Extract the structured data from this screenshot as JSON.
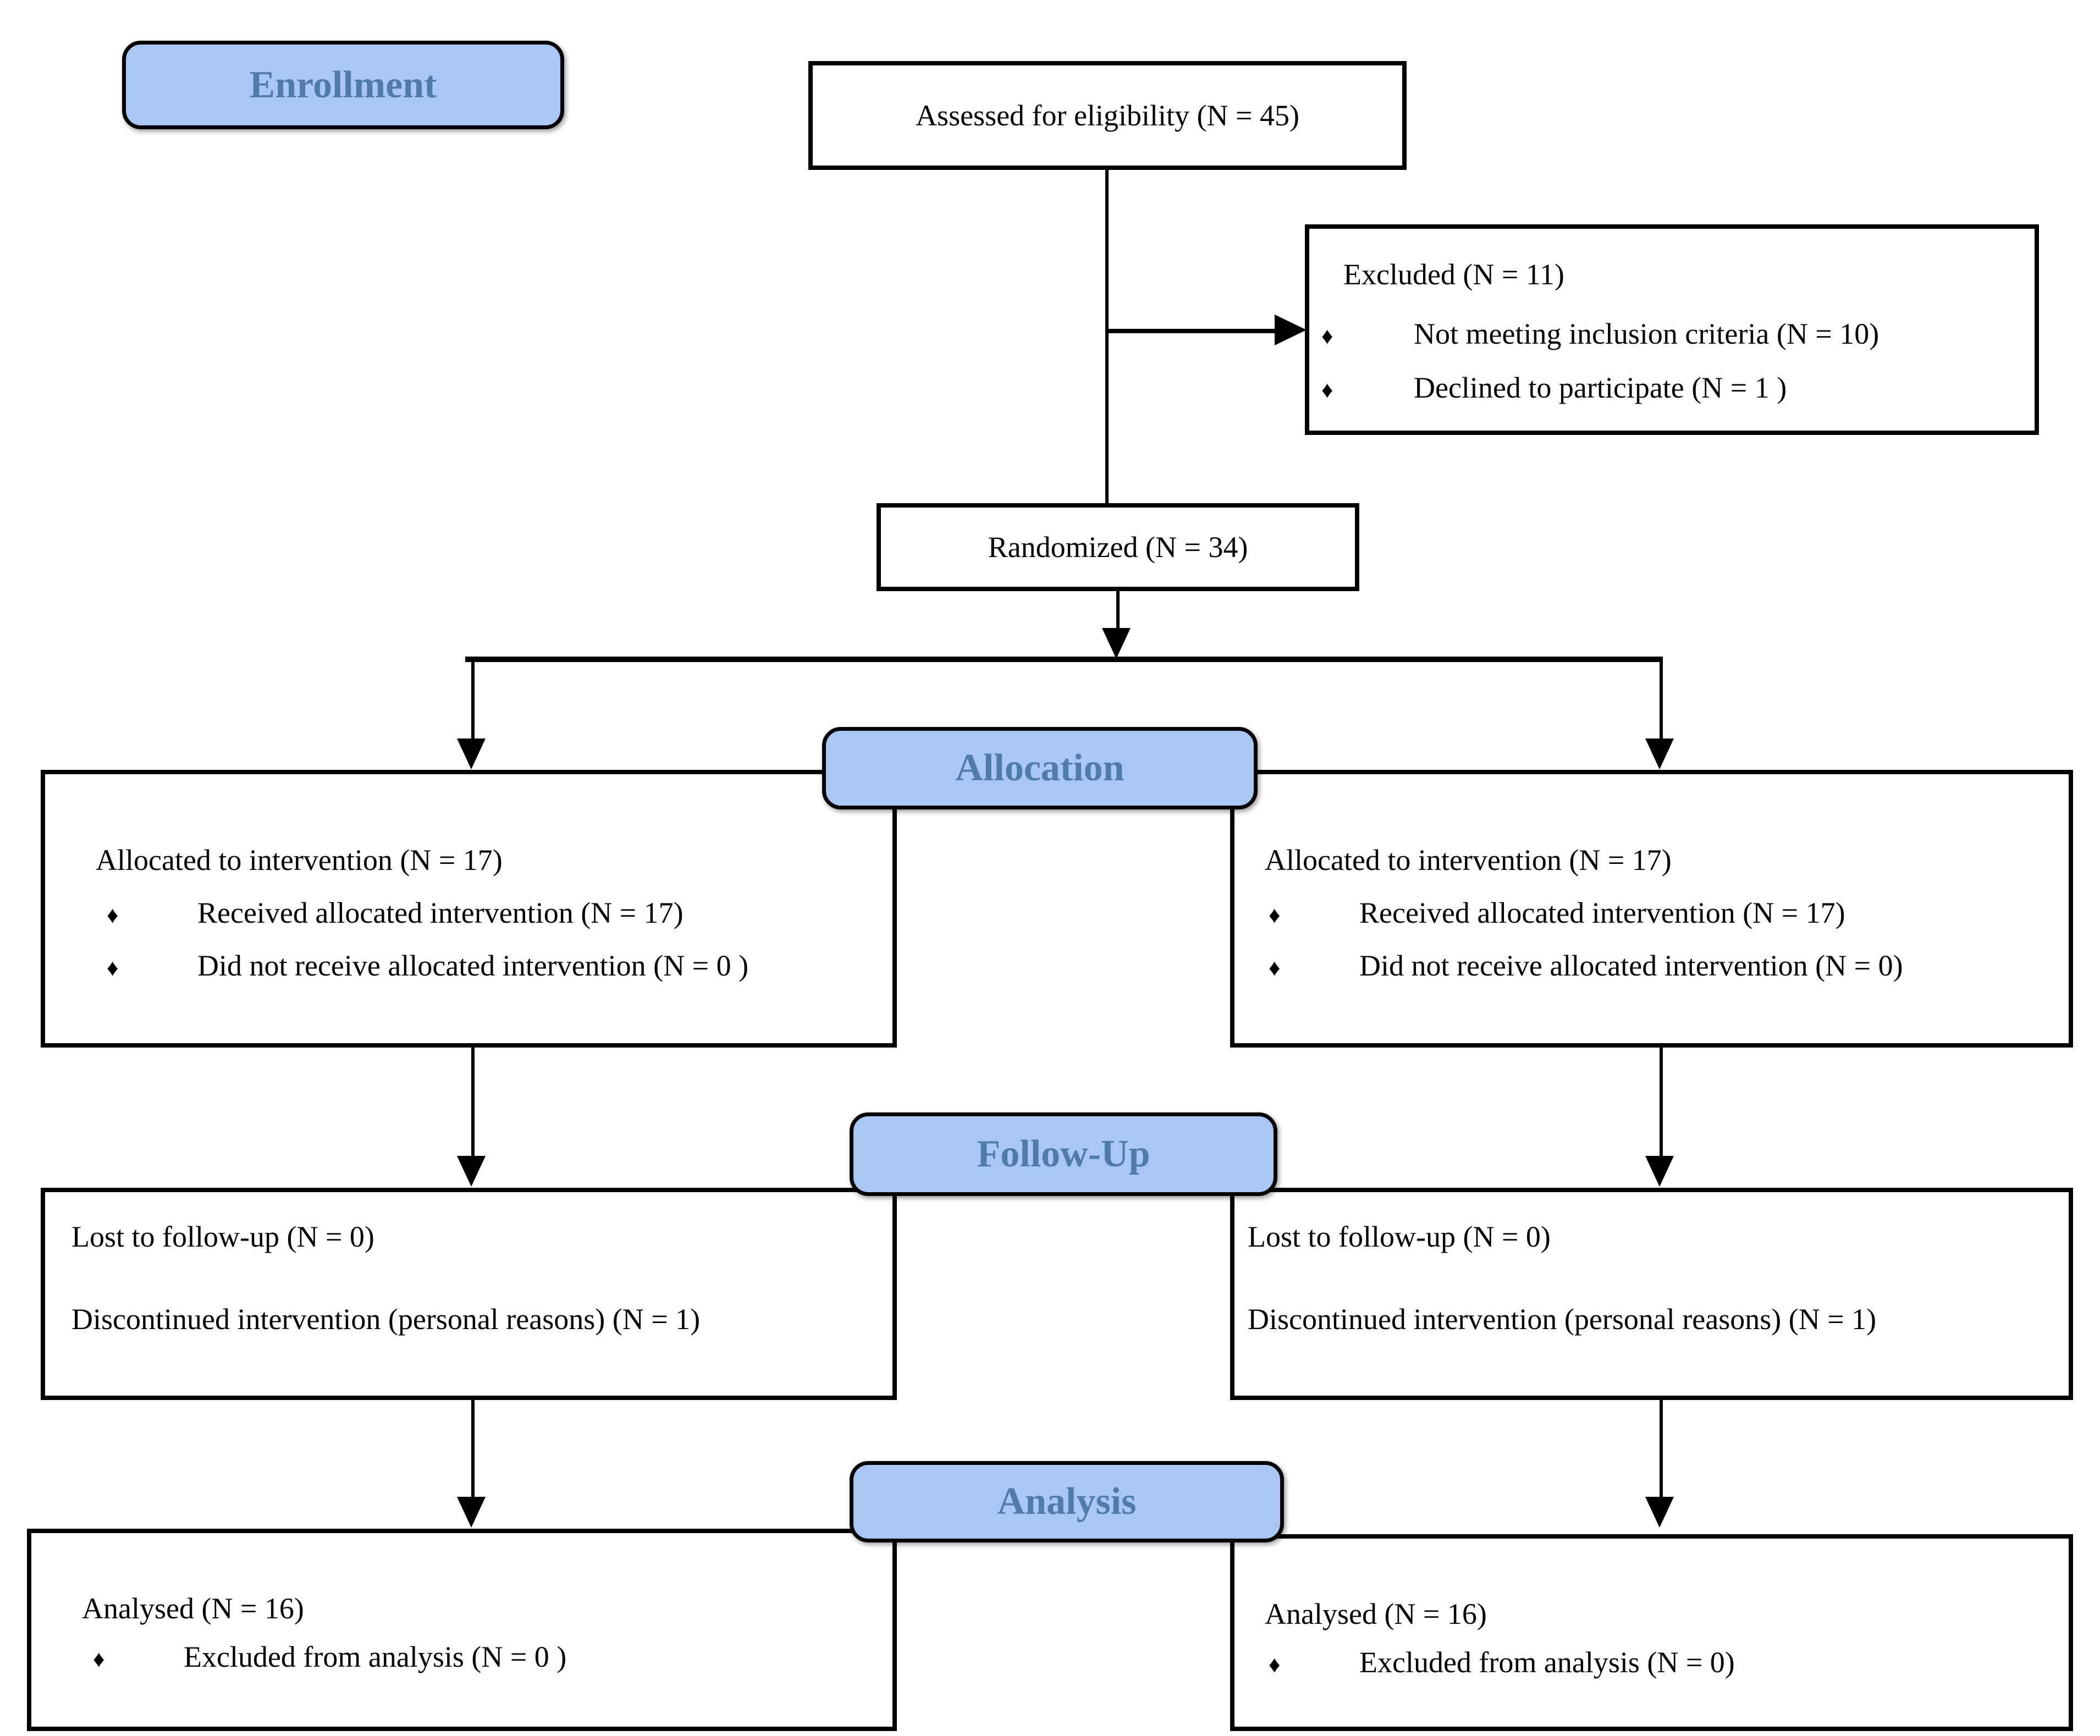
{
  "palette": {
    "stage_fill": "#a9c7f4",
    "stage_text": "#527ca8",
    "line_color": "#000000",
    "box_fill": "#ffffff"
  },
  "bullet_char": "♦",
  "stages": {
    "enrollment": "Enrollment",
    "allocation": "Allocation",
    "followup": "Follow-Up",
    "analysis": "Analysis"
  },
  "boxes": {
    "assessed": {
      "text": "Assessed for eligibility (N = 45)"
    },
    "excluded": {
      "title": "Excluded (N = 11)",
      "bullets": [
        "Not meeting inclusion criteria (N = 10)",
        "Declined to participate (N = 1 )"
      ]
    },
    "randomized": {
      "text": "Randomized (N = 34)"
    },
    "allocation_left": {
      "title": "Allocated to intervention (N = 17)",
      "bullets": [
        "Received allocated intervention (N = 17)",
        "Did not receive allocated intervention (N = 0 )"
      ]
    },
    "allocation_right": {
      "title": "Allocated to intervention (N = 17)",
      "bullets": [
        "Received allocated intervention (N = 17)",
        "Did not receive allocated intervention (N = 0)"
      ]
    },
    "followup_left": {
      "line1": "Lost to follow-up (N = 0)",
      "line2": "Discontinued intervention (personal reasons) (N = 1)"
    },
    "followup_right": {
      "line1": "Lost to follow-up (N = 0)",
      "line2": "Discontinued intervention (personal reasons) (N = 1)"
    },
    "analysis_left": {
      "title": "Analysed (N = 16)",
      "bullets": [
        "Excluded from analysis (N = 0 )"
      ]
    },
    "analysis_right": {
      "title": "Analysed (N = 16)",
      "bullets": [
        "Excluded from analysis (N = 0)"
      ]
    }
  }
}
